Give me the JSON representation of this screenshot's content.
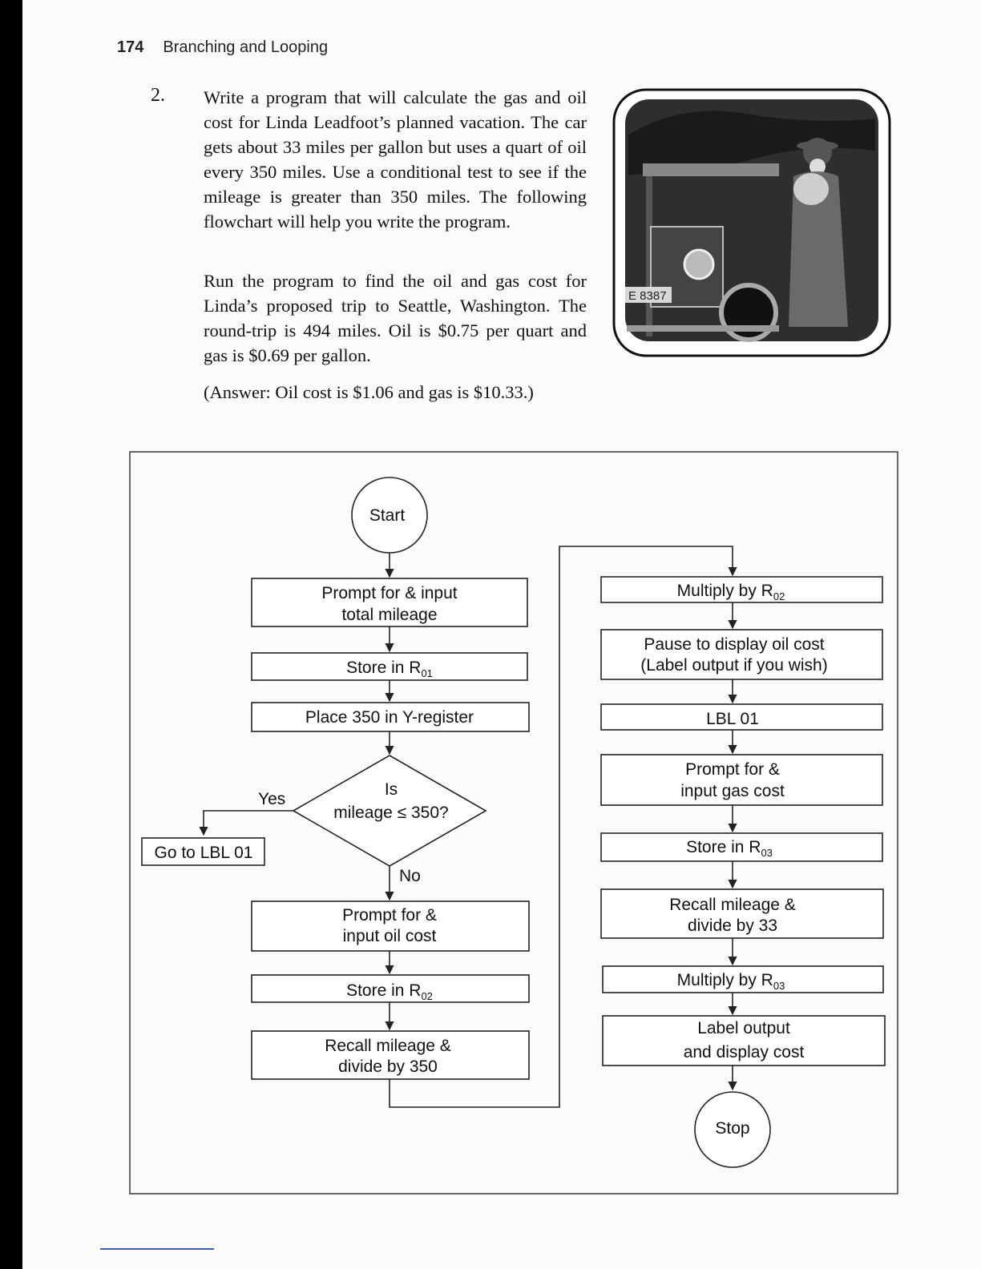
{
  "header": {
    "page_number": "174",
    "section_title": "Branching and Looping"
  },
  "exercise": {
    "number": "2.",
    "paragraph1": "Write a program that will calculate the gas and oil cost for Linda Leadfoot’s planned vacation. The car gets about 33 miles per gallon but uses a quart of oil every 350 miles. Use a conditional test to see if the mileage is greater than 350 miles. The following flowchart will help you write the program.",
    "paragraph2": "Run the program to find the oil and gas cost for Linda’s proposed trip to Seattle, Washington. The round-trip is 494 miles. Oil is $0.75 per quart and gas is $0.69 per gallon.",
    "paragraph3": "(Answer: Oil cost is $1.06 and gas is $10.33.)"
  },
  "illustration": {
    "plate_text": "E 8387"
  },
  "flowchart": {
    "start": "Start",
    "stop": "Stop",
    "left": {
      "prompt_mileage": [
        "Prompt for & input",
        "total mileage"
      ],
      "store_r01": {
        "text": "Store in R",
        "sub": "01"
      },
      "place_350": "Place 350 in Y-register",
      "decision": [
        "Is",
        "mileage ≤ 350?"
      ],
      "yes_label": "Yes",
      "no_label": "No",
      "goto_lbl01": "Go to LBL 01",
      "prompt_oil": [
        "Prompt for &",
        "input oil cost"
      ],
      "store_r02": {
        "text": "Store in R",
        "sub": "02"
      },
      "recall_350": [
        "Recall mileage &",
        "divide by 350"
      ]
    },
    "right": {
      "multiply_r02": {
        "text": "Multiply by R",
        "sub": "02"
      },
      "pause_oil": [
        "Pause to display oil cost",
        "(Label output if you wish)"
      ],
      "lbl01": "LBL 01",
      "prompt_gas": [
        "Prompt for &",
        "input gas cost"
      ],
      "store_r03": {
        "text": "Store in R",
        "sub": "03"
      },
      "recall_33": [
        "Recall mileage &",
        "divide by 33"
      ],
      "multiply_r03": {
        "text": "Multiply by R",
        "sub": "03"
      },
      "label_output": [
        "Label output",
        "and display cost"
      ]
    }
  }
}
